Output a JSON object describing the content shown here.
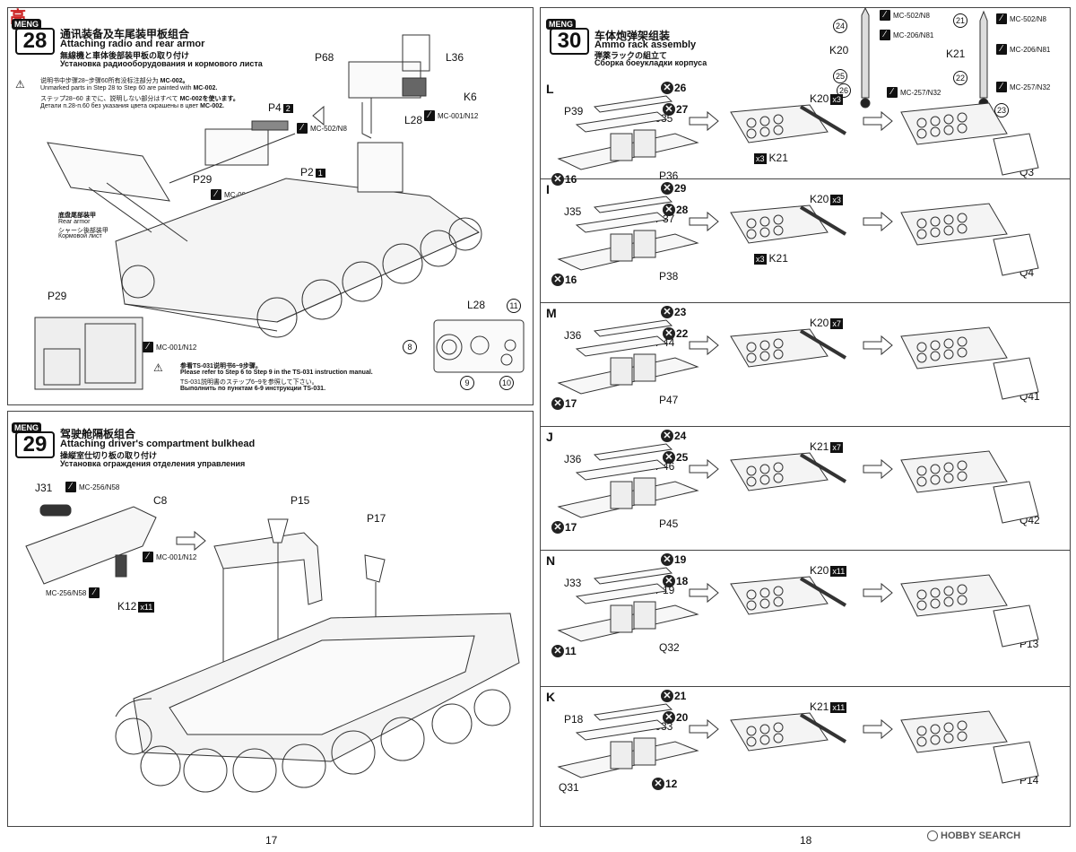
{
  "watermark_top_left": "高",
  "left_page": {
    "page_number": "17",
    "step28": {
      "brand": "MENG",
      "number": "28",
      "title_cn": "通讯装备及车尾装甲板组合",
      "title_en": "Attaching radio and rear armor",
      "title_jp": "無線機と車体後部装甲板の取り付け",
      "title_ru": "Установка радиооборудования и кормового листа",
      "note_cn": "说明书中步骤28~步骤60所有没标注部分为",
      "note_cn_code": "MC-002。",
      "note_en": "Unmarked parts in Step 28 to Step 60 are painted with",
      "note_en_code": "MC-002.",
      "note_jp": "ステップ28~60 までに、説明しない部分はすべて",
      "note_jp_code": "MC-002を使います。",
      "note_ru": "Детали п.28-п.60 без указания цвета окрашены в цвет",
      "note_ru_code": "MC-002.",
      "labels": [
        "P68",
        "L36",
        "K6",
        "L28",
        "P4",
        "P29",
        "P2",
        "P29",
        "L28"
      ],
      "p4_box": "2",
      "p2_box": "1",
      "paint_mc502": "MC-502/N8",
      "paint_mc001": "MC-001/N12",
      "rear_armor_cn": "底盘尾部装甲",
      "rear_armor_en": "Rear armor",
      "rear_armor_jp": "シャーシ後部装甲",
      "rear_armor_ru": "Кормовой лист",
      "ref_cn": "参看TS-031说明书6~9步骤。",
      "ref_en": "Please refer to Step 6 to Step 9 in the TS-031 instruction manual.",
      "ref_jp": "TS-031説明書のステップ6~9を参照して下さい。",
      "ref_ru": "Выполнить по пунктам 6-9 инструкции TS-031.",
      "dial_numbers": [
        "8",
        "9",
        "10",
        "11"
      ]
    },
    "step29": {
      "brand": "MENG",
      "number": "29",
      "title_cn": "驾驶舱隔板组合",
      "title_en": "Attaching driver's compartment bulkhead",
      "title_jp": "操縦室仕切り板の取り付け",
      "title_ru": "Установка ограждения отделения управления",
      "labels": [
        "J31",
        "C8",
        "K12",
        "P15",
        "P17"
      ],
      "k12_qty": "x11",
      "paint_mc256": "MC-256/N58",
      "paint_mc001": "MC-001/N12"
    }
  },
  "right_page": {
    "page_number": "18",
    "step30": {
      "brand": "MENG",
      "number": "30",
      "title_cn": "车体炮弹架组装",
      "title_en": "Ammo rack assembly",
      "title_jp": "弾薬ラックの組立て",
      "title_ru": "Сборка боеукладки корпуса"
    },
    "shells": {
      "left": {
        "part": "K20",
        "callouts": [
          "24",
          "25",
          "26"
        ],
        "paints": [
          "MC-502/N8",
          "MC-206/N81",
          "MC-257/N32"
        ]
      },
      "right": {
        "part": "K21",
        "callouts": [
          "21",
          "22",
          "23"
        ],
        "paints": [
          "MC-502/N8",
          "MC-206/N81",
          "MC-257/N32"
        ]
      }
    },
    "sections": [
      {
        "letter": "L",
        "parts": [
          "26",
          "27",
          "P39",
          "J35",
          "P36",
          "16"
        ],
        "shell": "K20",
        "shell_qty": "x3",
        "shell2": "K21",
        "shell2_qty": "x3",
        "final": "Q3"
      },
      {
        "letter": "I",
        "parts": [
          "29",
          "28",
          "J35",
          "P37",
          "P38",
          "16"
        ],
        "shell": "K20",
        "shell_qty": "x3",
        "shell2": "K21",
        "shell2_qty": "x3",
        "final": "Q4"
      },
      {
        "letter": "M",
        "parts": [
          "23",
          "22",
          "J36",
          "P44",
          "P47",
          "17"
        ],
        "shell": "K20",
        "shell_qty": "x7",
        "final": "Q41"
      },
      {
        "letter": "J",
        "parts": [
          "24",
          "25",
          "J36",
          "P46",
          "P45",
          "17"
        ],
        "shell": "K21",
        "shell_qty": "x7",
        "final": "Q42"
      },
      {
        "letter": "N",
        "parts": [
          "19",
          "18",
          "J33",
          "P19",
          "Q32",
          "11"
        ],
        "shell": "K20",
        "shell_qty": "x11",
        "final": "P13"
      },
      {
        "letter": "K",
        "parts": [
          "21",
          "20",
          "P18",
          "J33",
          "12",
          "Q31"
        ],
        "shell": "K21",
        "shell_qty": "x11",
        "final": "P14"
      }
    ],
    "logo": "HOBBY SEARCH"
  }
}
